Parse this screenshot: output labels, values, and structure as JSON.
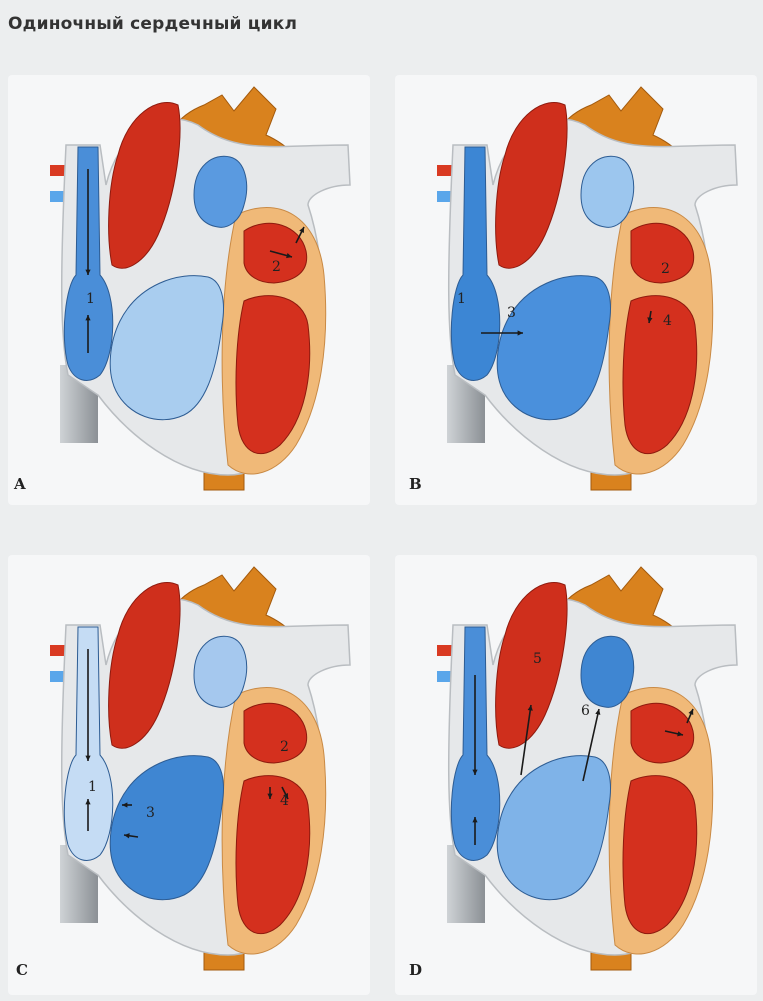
{
  "title": "Одиночный сердечный цикл",
  "panels": [
    {
      "letter": "A",
      "labels": [
        "1",
        "2"
      ],
      "colors": {
        "right_atrium": "#4a8ed8",
        "right_ventricle": "#a9cdef",
        "pulmonary_artery": "#5a9ae0",
        "left_atrium": "#d4301e",
        "left_ventricle": "#d4301e"
      }
    },
    {
      "letter": "B",
      "labels": [
        "1",
        "3",
        "2",
        "4"
      ],
      "colors": {
        "right_atrium": "#3c86d4",
        "right_ventricle": "#4a90dc",
        "pulmonary_artery": "#9cc6ee",
        "left_atrium": "#d4301e",
        "left_ventricle": "#d4301e"
      }
    },
    {
      "letter": "C",
      "labels": [
        "1",
        "3",
        "2",
        "4"
      ],
      "colors": {
        "right_atrium": "#c5dcf4",
        "right_ventricle": "#3f86d2",
        "pulmonary_artery": "#a5c8ee",
        "left_atrium": "#d4301e",
        "left_ventricle": "#d4301e"
      }
    },
    {
      "letter": "D",
      "labels": [
        "5",
        "6"
      ],
      "colors": {
        "right_atrium": "#4a8ed8",
        "right_ventricle": "#7fb3e8",
        "pulmonary_artery": "#3f86d2",
        "left_atrium": "#d4301e",
        "left_ventricle": "#d4301e"
      }
    }
  ]
}
